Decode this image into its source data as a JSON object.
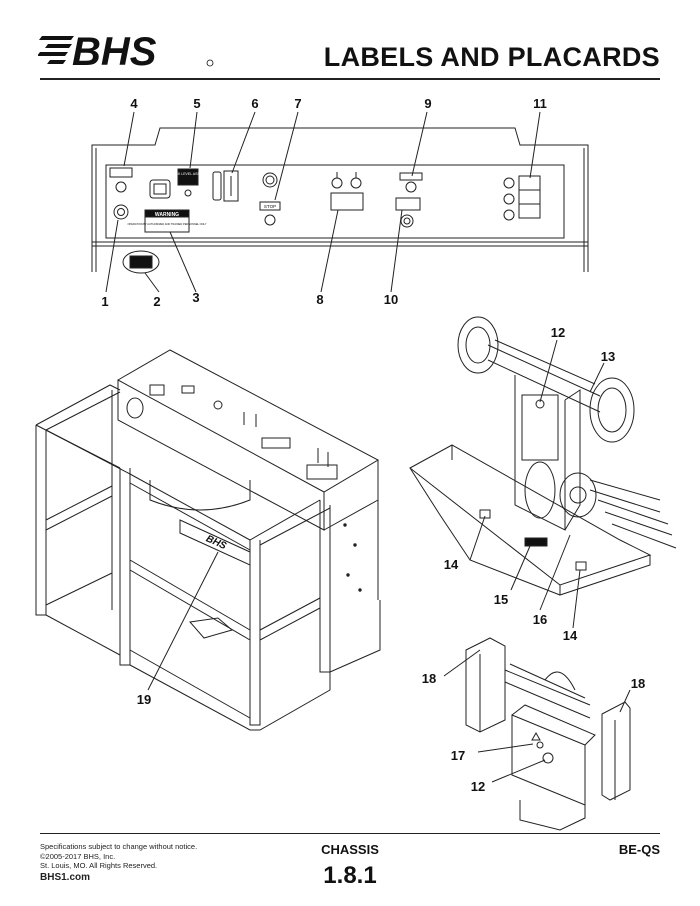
{
  "header": {
    "logo_text": "BHS",
    "title": "LABELS AND PLACARDS"
  },
  "panel_labels": {
    "back_level_assist": "BACK LEVEL ASSIST",
    "warning": "WARNING",
    "warning_text": "OPERATION BY AUTHORIZED AND TRAINED PERSONNEL ONLY",
    "stop": "STOP"
  },
  "callouts": [
    "1",
    "2",
    "3",
    "4",
    "5",
    "6",
    "7",
    "8",
    "9",
    "10",
    "11",
    "12",
    "12",
    "13",
    "14",
    "14",
    "15",
    "16",
    "17",
    "18",
    "18",
    "19"
  ],
  "footer": {
    "notice_lines": [
      "Specifications subject to change without notice.",
      "©2005-2017 BHS, Inc.",
      "St. Louis, MO.  All Rights Reserved."
    ],
    "website": "BHS1.com",
    "section": "CHASSIS",
    "page_number": "1.8.1",
    "model": "BE-QS"
  }
}
